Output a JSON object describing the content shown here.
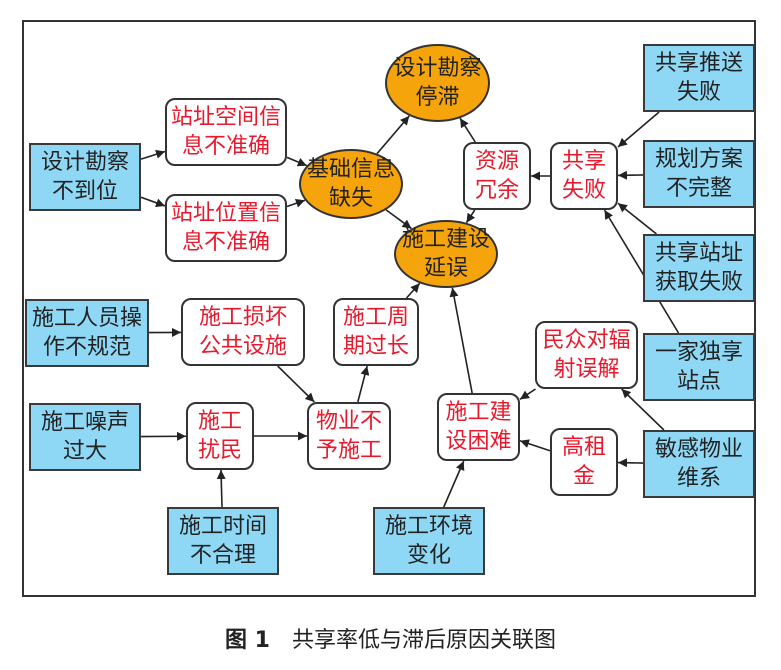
{
  "figure": {
    "caption_label": "图 1",
    "caption_text": "共享率低与滞后原因关联图",
    "colors": {
      "root_cause_fill": "#8fd8f5",
      "intermediate_text": "#e8192c",
      "effect_fill": "#f5a40c",
      "edge": "#222222"
    }
  },
  "nodes": {
    "design_survey_insufficient": {
      "label": "设计勘察\n不到位",
      "type": "root-cause"
    },
    "site_space_info_inaccurate": {
      "label": "站址空间信\n息不准确",
      "type": "intermediate"
    },
    "site_location_info_inaccurate": {
      "label": "站址位置信\n息不准确",
      "type": "intermediate"
    },
    "basic_info_missing": {
      "label": "基础信息\n缺失",
      "type": "effect"
    },
    "design_survey_stalled": {
      "label": "设计勘察\n停滞",
      "type": "effect"
    },
    "construction_delay": {
      "label": "施工建设\n延误",
      "type": "effect"
    },
    "resource_redundancy": {
      "label": "资源\n冗余",
      "type": "intermediate"
    },
    "sharing_failure": {
      "label": "共享\n失败",
      "type": "intermediate"
    },
    "share_push_failure": {
      "label": "共享推送\n失败",
      "type": "root-cause"
    },
    "plan_incomplete": {
      "label": "规划方案\n不完整",
      "type": "root-cause"
    },
    "shared_site_acquisition_failure": {
      "label": "共享站址\n获取失败",
      "type": "root-cause"
    },
    "single_operator_site": {
      "label": "一家独享\n站点",
      "type": "root-cause"
    },
    "worker_irregular_operation": {
      "label": "施工人员操\n作不规范",
      "type": "root-cause"
    },
    "damage_public_facilities": {
      "label": "施工损坏\n公共设施",
      "type": "intermediate"
    },
    "construction_period_too_long": {
      "label": "施工周\n期过长",
      "type": "intermediate"
    },
    "construction_noise": {
      "label": "施工噪声\n过大",
      "type": "root-cause"
    },
    "construction_disturbs_residents": {
      "label": "施工\n扰民",
      "type": "intermediate"
    },
    "property_refuses": {
      "label": "物业不\n予施工",
      "type": "intermediate"
    },
    "construction_time_unreasonable": {
      "label": "施工时间\n不合理",
      "type": "root-cause"
    },
    "public_radiation_misunderstanding": {
      "label": "民众对辐\n射误解",
      "type": "intermediate"
    },
    "construction_difficulty": {
      "label": "施工建\n设困难",
      "type": "intermediate"
    },
    "high_rent": {
      "label": "高租\n金",
      "type": "intermediate"
    },
    "sensitive_property_maintenance": {
      "label": "敏感物业\n维系",
      "type": "root-cause"
    },
    "construction_environment_change": {
      "label": "施工环境\n变化",
      "type": "root-cause"
    }
  },
  "edges": [
    [
      "design_survey_insufficient",
      "site_space_info_inaccurate"
    ],
    [
      "design_survey_insufficient",
      "site_location_info_inaccurate"
    ],
    [
      "site_space_info_inaccurate",
      "basic_info_missing"
    ],
    [
      "site_location_info_inaccurate",
      "basic_info_missing"
    ],
    [
      "basic_info_missing",
      "design_survey_stalled"
    ],
    [
      "basic_info_missing",
      "construction_delay"
    ],
    [
      "resource_redundancy",
      "design_survey_stalled"
    ],
    [
      "resource_redundancy",
      "construction_delay"
    ],
    [
      "sharing_failure",
      "resource_redundancy"
    ],
    [
      "share_push_failure",
      "sharing_failure"
    ],
    [
      "plan_incomplete",
      "sharing_failure"
    ],
    [
      "shared_site_acquisition_failure",
      "sharing_failure"
    ],
    [
      "single_operator_site",
      "sharing_failure"
    ],
    [
      "worker_irregular_operation",
      "damage_public_facilities"
    ],
    [
      "damage_public_facilities",
      "property_refuses"
    ],
    [
      "construction_noise",
      "construction_disturbs_residents"
    ],
    [
      "construction_time_unreasonable",
      "construction_disturbs_residents"
    ],
    [
      "construction_disturbs_residents",
      "property_refuses"
    ],
    [
      "property_refuses",
      "construction_period_too_long"
    ],
    [
      "construction_period_too_long",
      "construction_delay"
    ],
    [
      "construction_difficulty",
      "construction_delay"
    ],
    [
      "public_radiation_misunderstanding",
      "construction_difficulty"
    ],
    [
      "high_rent",
      "construction_difficulty"
    ],
    [
      "sensitive_property_maintenance",
      "high_rent"
    ],
    [
      "sensitive_property_maintenance",
      "public_radiation_misunderstanding"
    ],
    [
      "construction_environment_change",
      "construction_difficulty"
    ]
  ]
}
